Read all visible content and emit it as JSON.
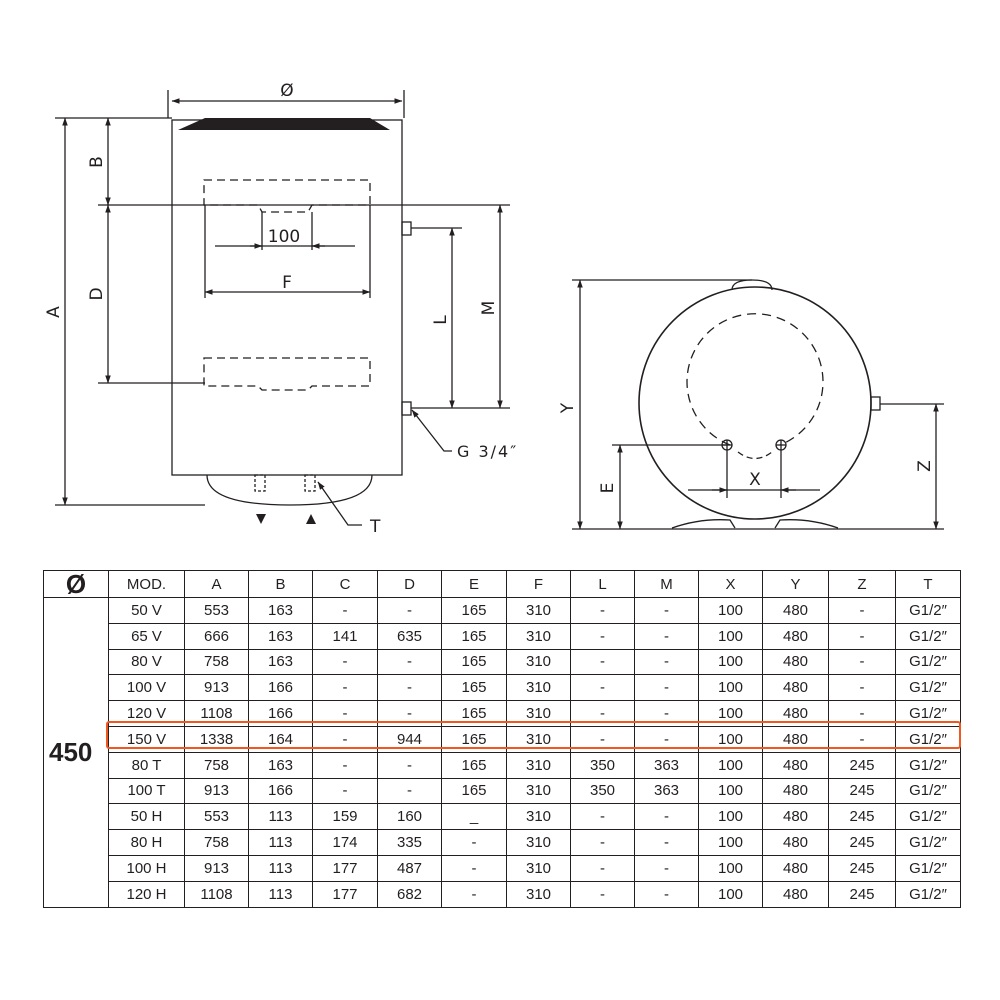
{
  "drawing": {
    "labels": {
      "diameter": "Ø",
      "A": "A",
      "B": "B",
      "D": "D",
      "F": "F",
      "L": "L",
      "M": "M",
      "dim_100": "100",
      "G": "G 3/4″",
      "T": "T",
      "Y": "Y",
      "E": "E",
      "X": "X",
      "Z": "Z"
    }
  },
  "table": {
    "header": [
      "Ø",
      "MOD.",
      "A",
      "B",
      "C",
      "D",
      "E",
      "F",
      "L",
      "M",
      "X",
      "Y",
      "Z",
      "T"
    ],
    "group_label": "450",
    "rows": [
      [
        "50 V",
        "553",
        "163",
        "-",
        "-",
        "165",
        "310",
        "-",
        "-",
        "100",
        "480",
        "-",
        "G1/2″"
      ],
      [
        "65 V",
        "666",
        "163",
        "141",
        "635",
        "165",
        "310",
        "-",
        "-",
        "100",
        "480",
        "-",
        "G1/2″"
      ],
      [
        "80 V",
        "758",
        "163",
        "-",
        "-",
        "165",
        "310",
        "-",
        "-",
        "100",
        "480",
        "-",
        "G1/2″"
      ],
      [
        "100 V",
        "913",
        "166",
        "-",
        "-",
        "165",
        "310",
        "-",
        "-",
        "100",
        "480",
        "-",
        "G1/2″"
      ],
      [
        "120 V",
        "1108",
        "166",
        "-",
        "-",
        "165",
        "310",
        "-",
        "-",
        "100",
        "480",
        "-",
        "G1/2″"
      ],
      [
        "150 V",
        "1338",
        "164",
        "-",
        "944",
        "165",
        "310",
        "-",
        "-",
        "100",
        "480",
        "-",
        "G1/2″"
      ],
      [
        "80 T",
        "758",
        "163",
        "-",
        "-",
        "165",
        "310",
        "350",
        "363",
        "100",
        "480",
        "245",
        "G1/2″"
      ],
      [
        "100 T",
        "913",
        "166",
        "-",
        "-",
        "165",
        "310",
        "350",
        "363",
        "100",
        "480",
        "245",
        "G1/2″"
      ],
      [
        "50 H",
        "553",
        "113",
        "159",
        "160",
        "_",
        "310",
        "-",
        "-",
        "100",
        "480",
        "245",
        "G1/2″"
      ],
      [
        "80 H",
        "758",
        "113",
        "174",
        "335",
        "-",
        "310",
        "-",
        "-",
        "100",
        "480",
        "245",
        "G1/2″"
      ],
      [
        "100 H",
        "913",
        "113",
        "177",
        "487",
        "-",
        "310",
        "-",
        "-",
        "100",
        "480",
        "245",
        "G1/2″"
      ],
      [
        "120 H",
        "1108",
        "113",
        "177",
        "682",
        "-",
        "310",
        "-",
        "-",
        "100",
        "480",
        "245",
        "G1/2″"
      ]
    ],
    "highlighted_row_index": 5,
    "highlight_color": "#f0581f"
  }
}
